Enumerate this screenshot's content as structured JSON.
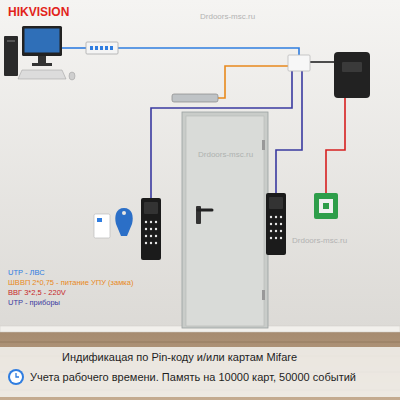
{
  "diagram": {
    "labels": [
      "HIKVISION",
      "Drdoors-msc.ru",
      "Drdoors-msc.ru",
      "Drdoors-msc.ru",
      "Индификацая по Pin-коду и/или картам Mifare",
      "Учета рабочего времени. Память на 10000 карт, 50000 событий"
    ],
    "legend": [
      {
        "text": "UTP - ЛВС",
        "color": "#2f7de0"
      },
      {
        "text": "ШВВП 2*0,75 - питание УПУ (замка)",
        "color": "#e8891c"
      },
      {
        "text": "ВВГ 3*2,5 - 220V",
        "color": "#c62828"
      },
      {
        "text": "UTP - приборы",
        "color": "#3a3aa0"
      }
    ]
  }
}
